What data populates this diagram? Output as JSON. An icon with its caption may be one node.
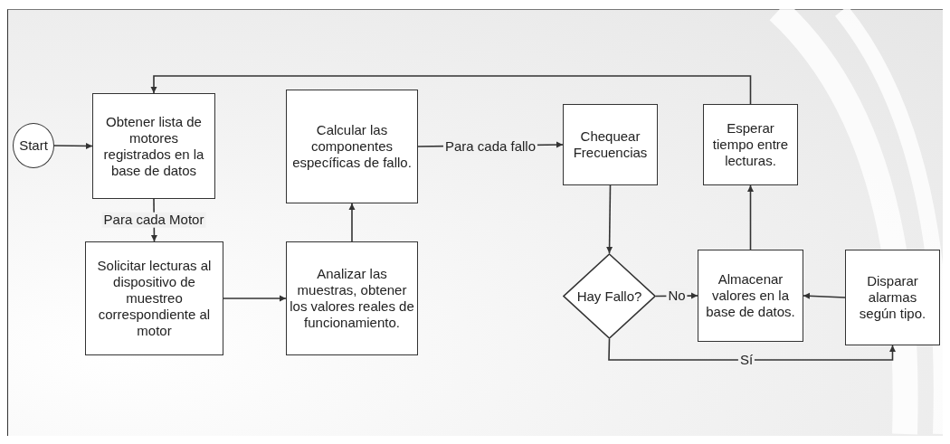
{
  "diagram": {
    "nodes": [
      {
        "text": [
          "Start"
        ]
      },
      {
        "text": [
          "Obtener lista de motores registrados en la base de datos"
        ]
      },
      {
        "text": [
          "Solicitar lecturas al dispositivo de muestreo correspondiente al motor"
        ]
      },
      {
        "text": [
          "Calcular las componentes específicas de fallo."
        ]
      },
      {
        "text": [
          "Analizar las muestras, obtener los valores reales de funcionamiento."
        ]
      },
      {
        "text": [
          "Chequear Frecuencias"
        ]
      },
      {
        "text": [
          "Hay Fallo?"
        ]
      },
      {
        "text": [
          "Esperar tiempo entre lecturas."
        ]
      },
      {
        "text": [
          "Almacenar valores en la base de datos."
        ]
      },
      {
        "text": [
          "Disparar alarmas según tipo."
        ]
      }
    ],
    "edges": [
      {
        "from": 0,
        "to": 1,
        "arrow": "to"
      },
      {
        "from": 1,
        "to": 2,
        "arrow": "to",
        "label": "Para cada Motor"
      },
      {
        "from": 2,
        "to": 4,
        "arrow": "to"
      },
      {
        "from": 4,
        "to": 3,
        "arrow": "to"
      },
      {
        "from": 3,
        "to": 5,
        "arrow": "to",
        "label": "Para cada fallo"
      },
      {
        "from": 5,
        "to": 6,
        "arrow": "to"
      },
      {
        "from": 6,
        "to": 8,
        "arrow": "to",
        "label": "No"
      },
      {
        "from": 6,
        "to": 9,
        "arrow": "to",
        "label": "Sí"
      },
      {
        "from": 9,
        "to": 8,
        "arrow": "to"
      },
      {
        "from": 8,
        "to": 7,
        "arrow": "to"
      },
      {
        "from": 7,
        "to": 1,
        "arrow": "to"
      }
    ]
  }
}
